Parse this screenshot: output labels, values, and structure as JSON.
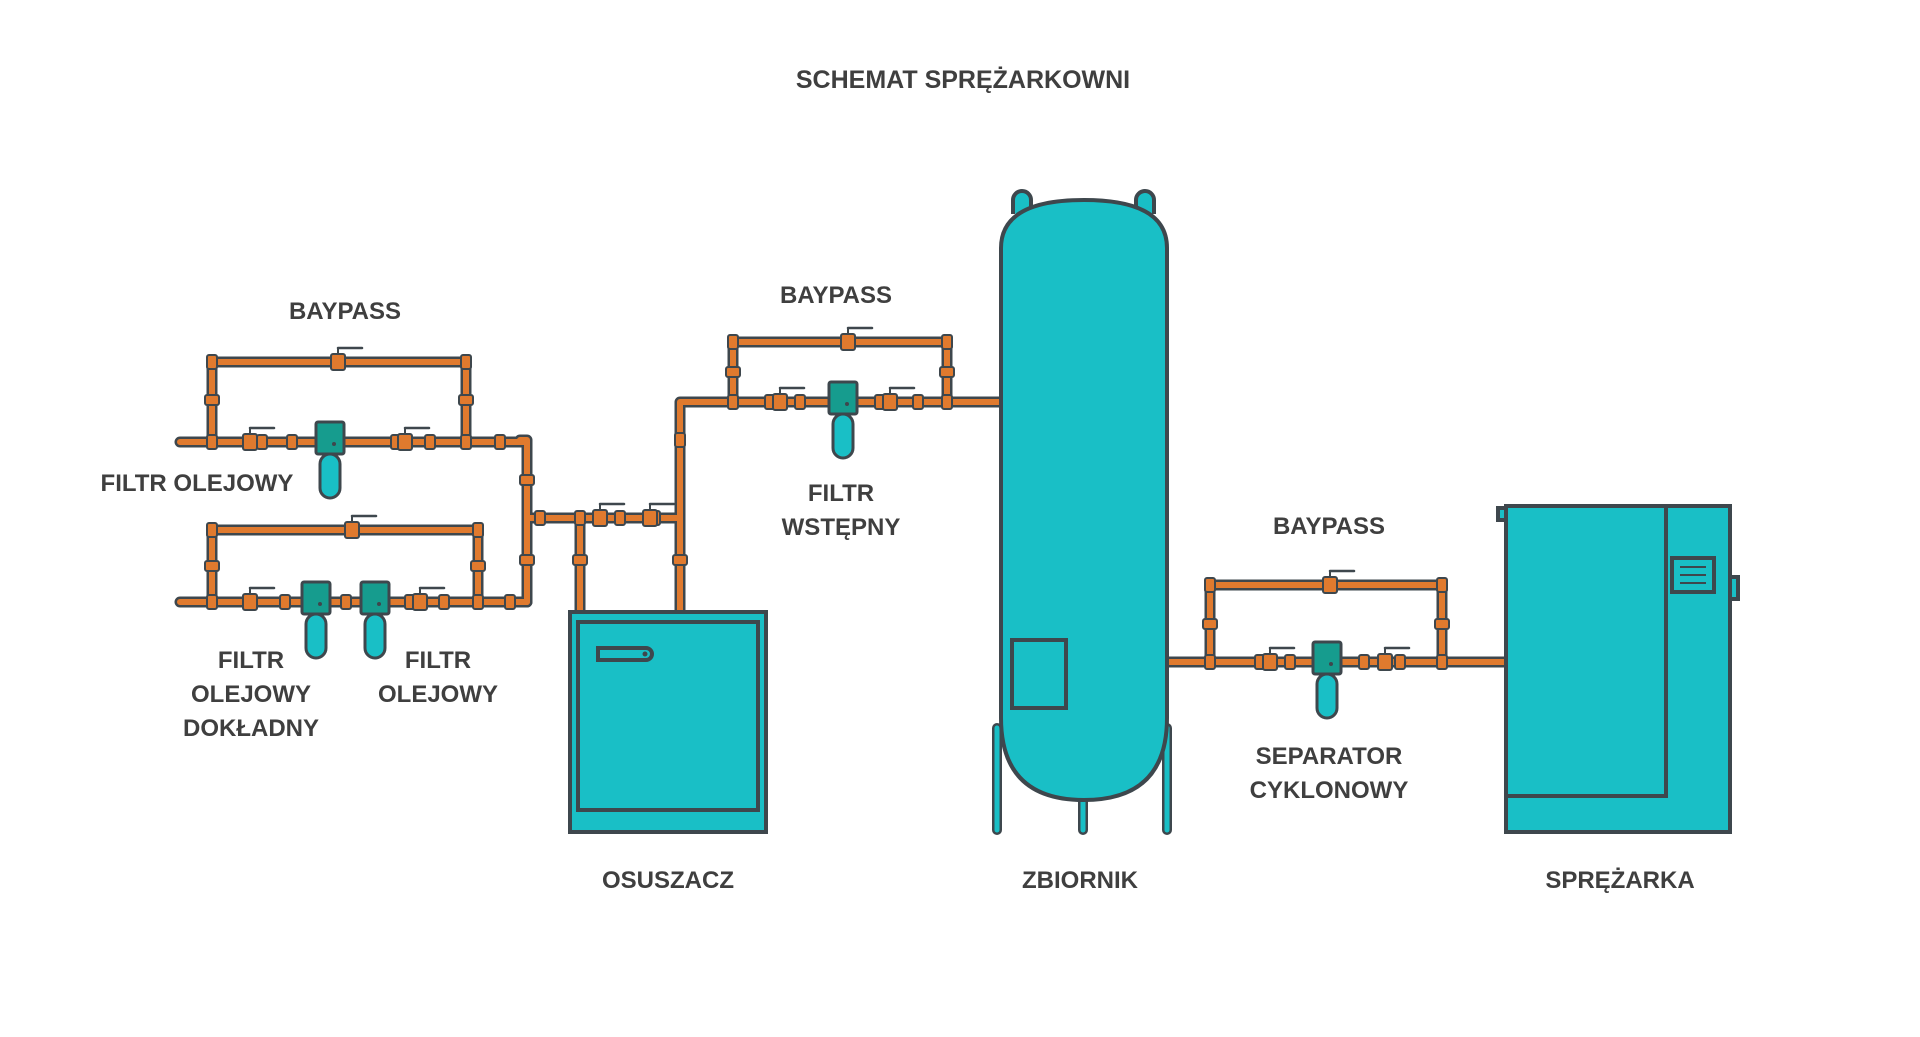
{
  "colors": {
    "teal": "#19BFC6",
    "teal_dark": "#169C8E",
    "outline": "#3E474D",
    "pipe": "#E07A2E",
    "text": "#3F3F3F"
  },
  "title": "SCHEMAT SPRĘŻARKOWNI",
  "labels": {
    "bypass_left_top": "BAYPASS",
    "bypass_middle": "BAYPASS",
    "bypass_right": "BAYPASS",
    "oil_filter_top": "FILTR OLEJOWY",
    "oil_filter_fine": [
      "FILTR",
      "OLEJOWY",
      "DOKŁADNY"
    ],
    "oil_filter_bottom": [
      "FILTR",
      "OLEJOWY"
    ],
    "prefilter": [
      "FILTR",
      "WSTĘPNY"
    ],
    "cyclone_separator": [
      "SEPARATOR",
      "CYKLONOWY"
    ],
    "dryer": "OSUSZACZ",
    "tank": "ZBIORNIK",
    "compressor": "SPRĘŻARKA"
  }
}
